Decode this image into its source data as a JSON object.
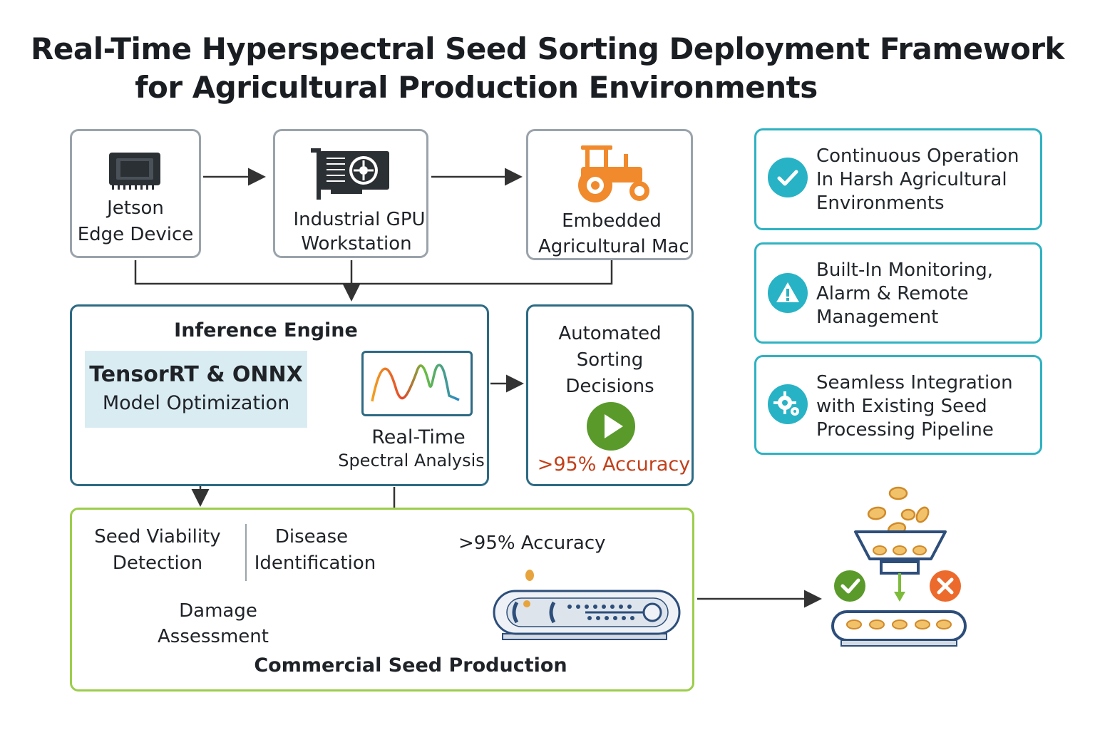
{
  "title_line1": "Real-Time Hyperspectral Seed Sorting Deployment Framework",
  "title_line2": "for Agricultural Production Environments",
  "devices": {
    "jetson": {
      "line1": "Jetson",
      "line2": "Edge Device"
    },
    "gpu": {
      "line1": "Industrial GPU",
      "line2": "Workstation"
    },
    "mac": {
      "line1": "Embedded",
      "line2": "Agricultural Mac"
    }
  },
  "inference": {
    "title": "Inference Engine",
    "opt_line1": "TensorRT & ONNX",
    "opt_line2": "Model Optimization",
    "analysis_line1": "Real-Time",
    "analysis_line2": "Spectral Analysis"
  },
  "sorting": {
    "line1": "Automated",
    "line2": "Sorting",
    "line3": "Decisions",
    "accuracy": ">95% Accuracy"
  },
  "production": {
    "viability_line1": "Seed Viability",
    "viability_line2": "Detection",
    "disease_line1": "Disease",
    "disease_line2": "Identification",
    "damage_line1": "Damage",
    "damage_line2": "Assessment",
    "accuracy": ">95% Accuracy",
    "title": "Commercial Seed Production"
  },
  "features": [
    {
      "icon": "check-icon",
      "line1": "Continuous Operation",
      "line2": "In Harsh Agricultural",
      "line3": "Environments"
    },
    {
      "icon": "warning-icon",
      "line1": "Built-In Monitoring,",
      "line2": "Alarm & Remote",
      "line3": "Management"
    },
    {
      "icon": "gear-icon",
      "line1": "Seamless Integration",
      "line2": "with Existing Seed",
      "line3": "Processing Pipeline"
    }
  ],
  "colors": {
    "accent_blue": "#2d6a83",
    "teal": "#27b3c5",
    "green_border": "#9ccd4b",
    "tractor_orange": "#f08a2c",
    "accuracy_red": "#c2401a",
    "play_green": "#5a9a2b"
  }
}
